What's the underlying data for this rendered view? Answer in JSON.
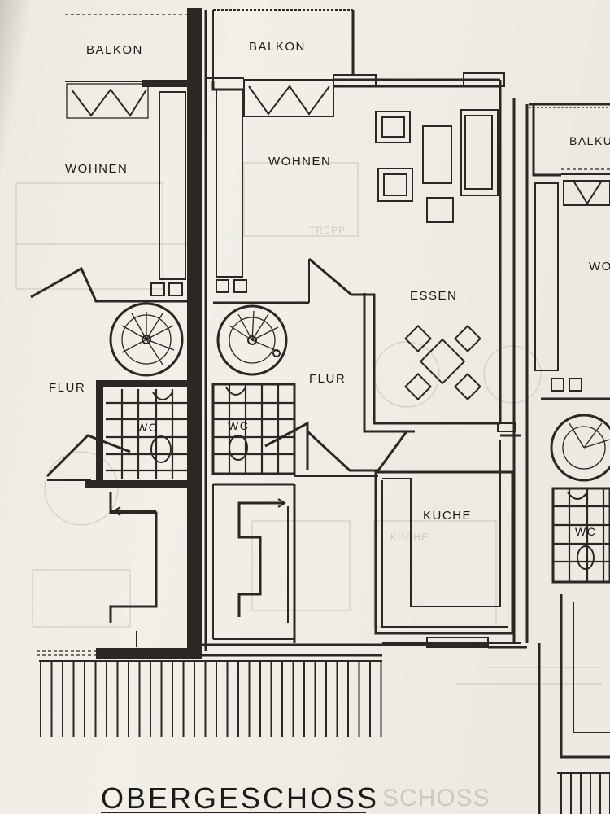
{
  "plan": {
    "title": "OBERGESCHOSS",
    "rooms": {
      "balkon_left": "BALKON",
      "balkon_center": "BALKON",
      "balkon_right": "BALKU",
      "wohnen_left": "WOHNEN",
      "wohnen_center": "WOHNEN",
      "wohnen_right": "WO",
      "essen": "ESSEN",
      "flur_left": "FLUR",
      "flur_center": "FLUR",
      "wc_left": "WC",
      "wc_center": "WC",
      "wc_right": "WC",
      "kuche": "KUCHE"
    },
    "ghost": {
      "treppe": "TREPP",
      "kuche": "KUCHE",
      "geschoss": "SCHOSS"
    }
  }
}
